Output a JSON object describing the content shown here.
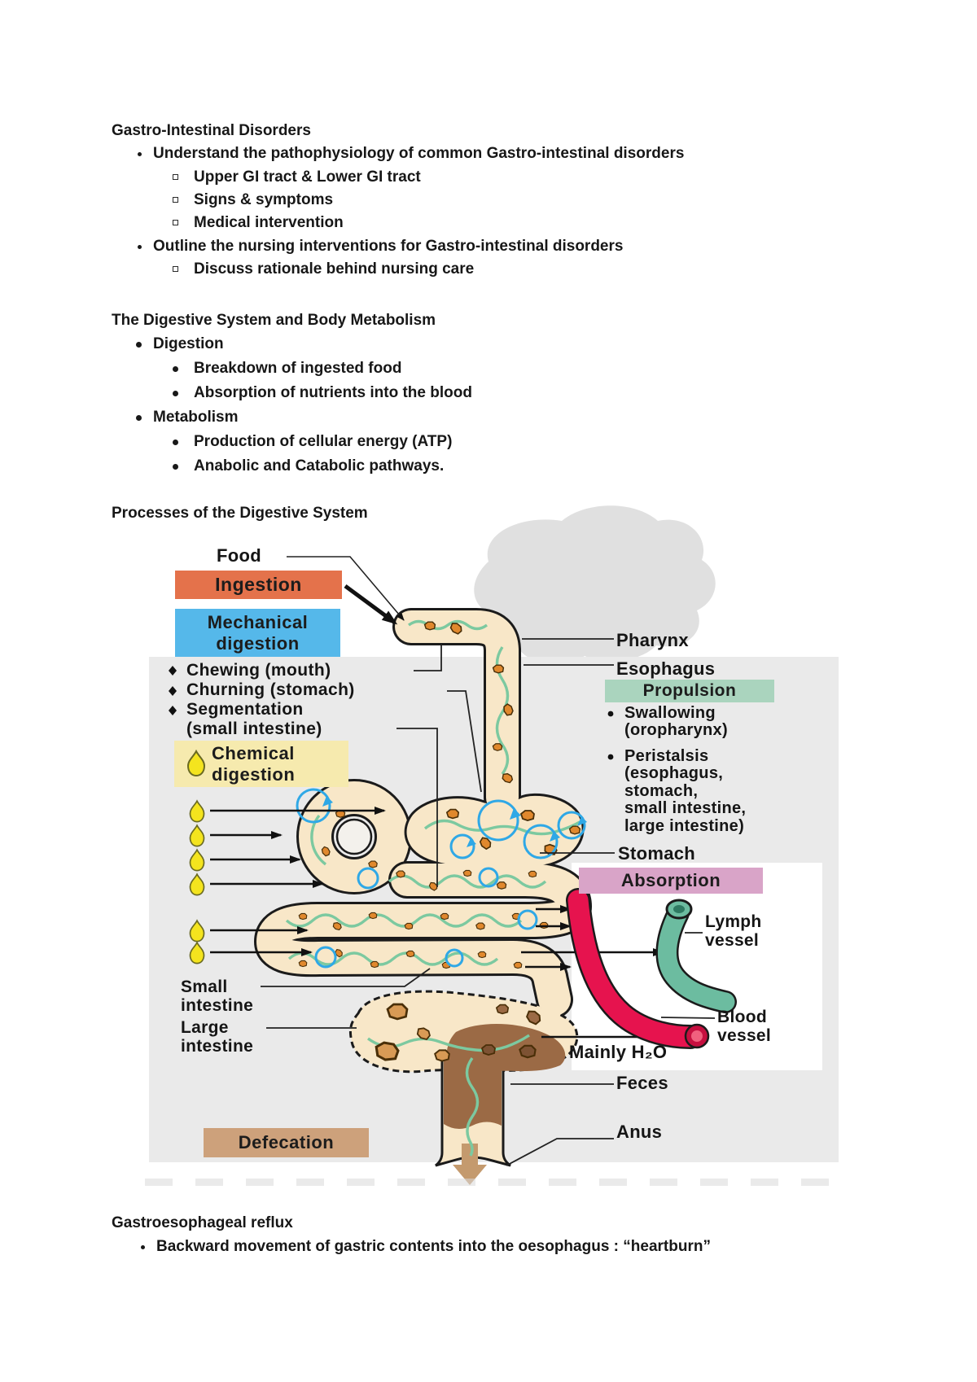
{
  "notes": {
    "section1": {
      "title": "Gastro-Intestinal Disorders",
      "items": [
        {
          "text": "Understand the pathophysiology of common Gastro-intestinal disorders"
        },
        {
          "text": "Upper GI tract & Lower GI tract"
        },
        {
          "text": "Signs & symptoms"
        },
        {
          "text": "Medical intervention"
        },
        {
          "text": "Outline the nursing interventions for Gastro-intestinal disorders"
        },
        {
          "text": "Discuss rationale behind nursing care"
        }
      ]
    },
    "section2": {
      "title": "The Digestive System and Body Metabolism",
      "items": [
        {
          "text": "Digestion"
        },
        {
          "text": "Breakdown of ingested food"
        },
        {
          "text": "Absorption of nutrients into the blood"
        },
        {
          "text": "Metabolism"
        },
        {
          "text": "Production of cellular energy (ATP)"
        },
        {
          "text": "Anabolic and Catabolic pathways."
        }
      ]
    },
    "figure_heading": "Processes of the Digestive System",
    "section3": {
      "title": "Gastroesophageal reflux",
      "items": [
        {
          "text": "Backward movement of gastric contents into the oesophagus : “heartburn”"
        }
      ]
    }
  },
  "diagram": {
    "labels": {
      "food": "Food",
      "pharynx": "Pharynx",
      "esophagus": "Esophagus",
      "stomach": "Stomach",
      "lymph_vessel": {
        "line1": "Lymph",
        "line2": "vessel"
      },
      "blood_vessel": {
        "line1": "Blood",
        "line2": "vessel"
      },
      "mainly_h2o": "Mainly H₂O",
      "feces": "Feces",
      "anus": "Anus",
      "small_intestine": {
        "line1": "Small",
        "line2": "intestine"
      },
      "large_intestine": {
        "line1": "Large",
        "line2": "intestine"
      }
    },
    "boxes": {
      "ingestion": {
        "label": "Ingestion",
        "color": "#E4724B"
      },
      "mechanical": {
        "line1": "Mechanical",
        "line2": "digestion",
        "color": "#55B8EA"
      },
      "chemical": {
        "line1": "Chemical",
        "line2": "digestion",
        "color": "#F6EAAE"
      },
      "propulsion": {
        "label": "Propulsion",
        "color": "#AAD4BE"
      },
      "absorption": {
        "label": "Absorption",
        "color": "#D9A4C8"
      },
      "defecation": {
        "label": "Defecation",
        "color": "#CDA17B"
      }
    },
    "mechanical_items": [
      "Chewing (mouth)",
      "Churning (stomach)",
      "Segmentation",
      "(small intestine)"
    ],
    "propulsion_items": {
      "swallowing": [
        "Swallowing",
        "(oropharynx)"
      ],
      "peristalsis": [
        "Peristalsis",
        "(esophagus,",
        "stomach,",
        "small intestine,",
        "large intestine)"
      ]
    },
    "colors": {
      "panel_gray": "#EAEAEA",
      "head_silhouette": "#E0E0E0",
      "tube_fill": "#F8E7C8",
      "tube_outline": "#1B1B1B",
      "green_wave": "#7CC9A0",
      "food_chunk": "#E0882D",
      "swirl_blue": "#2FA8E6",
      "droplet_yellow": "#F4E41E",
      "lymph_teal": "#6CBCA0",
      "blood_red": "#E6134E",
      "feces_brown": "#9B6A45",
      "defecation_arrow": "#C49A6E"
    }
  }
}
